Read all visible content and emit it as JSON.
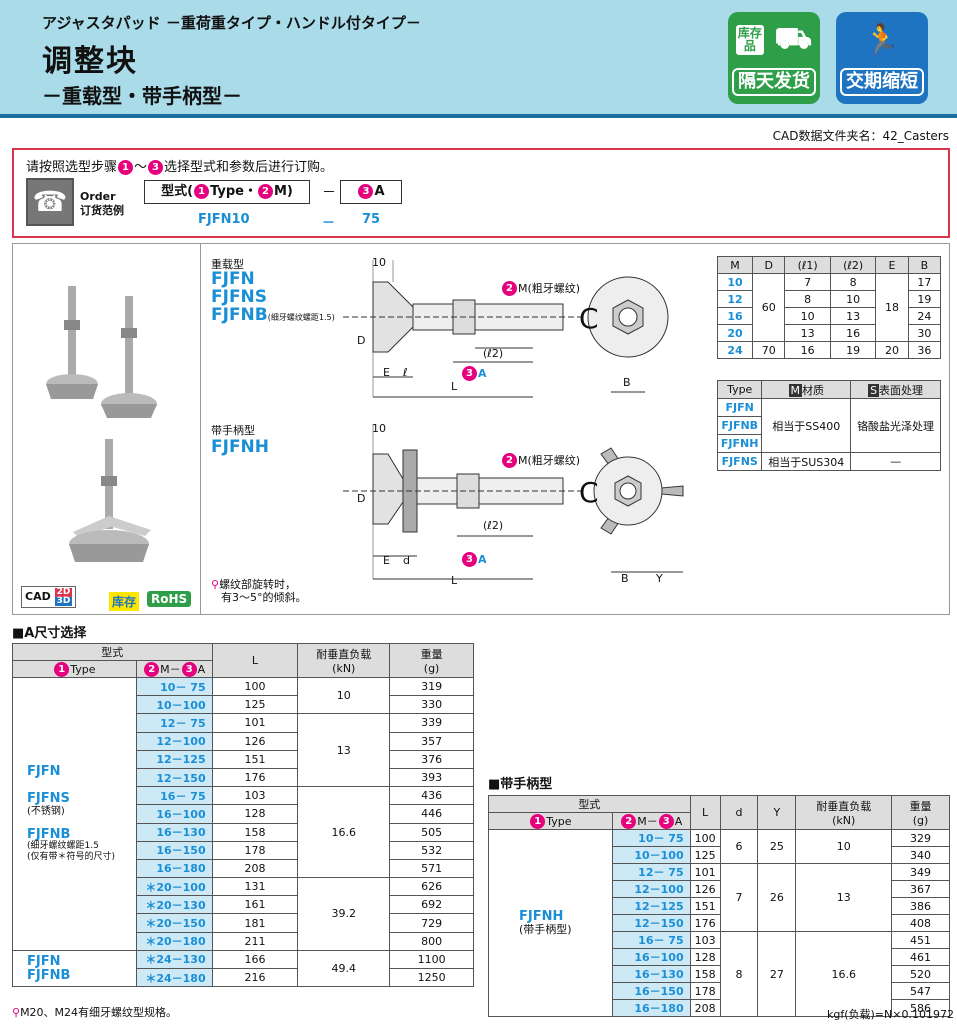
{
  "header": {
    "subtitle": "アジャスタパッド －重荷重タイプ・ハンドル付タイプ－",
    "title": "调整块",
    "type_line": "－重载型・带手柄型－",
    "badge1_top": "库存品",
    "badge1_label": "隔天发货",
    "badge2_label": "交期缩短"
  },
  "cad_folder": "CAD数据文件夹名：42_Casters",
  "order": {
    "instruction_a": "请按照选型步骤",
    "n1": "1",
    "instruction_b": "～",
    "n3": "3",
    "instruction_c": "选择型式和参数后进行订购。",
    "label_en": "Order",
    "label_cn": "订货范例",
    "box1": "型式(",
    "box1_type": "Type・",
    "box1_m": "M)",
    "dash": "－",
    "box2": "A",
    "ex_type": "FJFN10",
    "ex_dash": "－",
    "ex_a": "75",
    "n2": "2"
  },
  "photo": {
    "cad": "CAD",
    "cad2d": "2D",
    "cad3d": "3D",
    "stock": "库存",
    "rohs": "RoHS"
  },
  "drawing": {
    "heavy_label": "重载型",
    "heavy_models": [
      "FJFN",
      "FJFNS",
      "FJFNB"
    ],
    "heavy_note": "(细牙螺纹螺距1.5)",
    "handle_label": "带手柄型",
    "handle_model": "FJFNH",
    "d10": "10",
    "dim_D": "D",
    "dim_E": "E",
    "dim_l": "ℓ",
    "dim_L": "L",
    "dim_l2": "(ℓ2)",
    "dim_A": "A",
    "dim_B": "B",
    "dim_d": "d",
    "dim_Y": "Y",
    "m_label": "M(粗牙螺纹)",
    "note1": "螺纹部旋转时，",
    "note2": "有3～5°的倾斜。"
  },
  "mtable": {
    "headers": [
      "M",
      "D",
      "(ℓ1)",
      "(ℓ2)",
      "E",
      "B"
    ],
    "rows": [
      [
        "10",
        "",
        "7",
        "8",
        "",
        "17"
      ],
      [
        "12",
        "",
        "8",
        "10",
        "",
        "19"
      ],
      [
        "16",
        "",
        "10",
        "13",
        "",
        "24"
      ],
      [
        "20",
        "",
        "13",
        "16",
        "",
        "30"
      ],
      [
        "24",
        "70",
        "16",
        "19",
        "20",
        "36"
      ]
    ],
    "d_merge": "60",
    "e_merge": "18"
  },
  "mattable": {
    "h_type": "Type",
    "h_mat": "材质",
    "h_mat_ic": "M",
    "h_surf": "表面处理",
    "h_surf_ic": "S",
    "types": [
      "FJFN",
      "FJFNB",
      "FJFNH",
      "FJFNS"
    ],
    "mat1": "相当于SS400",
    "mat2": "相当于SUS304",
    "surf1": "铬酸盐光泽处理",
    "surf2": "—"
  },
  "atable": {
    "title": "■A尺寸选择",
    "h_model": "型式",
    "h_type": "Type",
    "h_ma": "M－",
    "h_ma2": "A",
    "h_L": "L",
    "h_load": "耐垂直负载",
    "h_load_u": "(kN)",
    "h_wt": "重量",
    "h_wt_u": "(g)",
    "group_models": [
      "FJFN",
      "FJFNS",
      "FJFNB"
    ],
    "fjfns_note": "(不锈钢)",
    "fjfnb_note1": "(细牙螺纹螺距1.5",
    "fjfnb_note2": "(仅有带＊符号的尺寸)",
    "last_models": [
      "FJFN",
      "FJFNB"
    ],
    "rows": [
      [
        "10－ 75",
        "100",
        "319"
      ],
      [
        "10－100",
        "125",
        "330"
      ],
      [
        "12－ 75",
        "101",
        "339"
      ],
      [
        "12－100",
        "126",
        "357"
      ],
      [
        "12－125",
        "151",
        "376"
      ],
      [
        "12－150",
        "176",
        "393"
      ],
      [
        "16－ 75",
        "103",
        "436"
      ],
      [
        "16－100",
        "128",
        "446"
      ],
      [
        "16－130",
        "158",
        "505"
      ],
      [
        "16－150",
        "178",
        "532"
      ],
      [
        "16－180",
        "208",
        "571"
      ],
      [
        "＊20－100",
        "131",
        "626"
      ],
      [
        "＊20－130",
        "161",
        "692"
      ],
      [
        "＊20－150",
        "181",
        "729"
      ],
      [
        "＊20－180",
        "211",
        "800"
      ],
      [
        "＊24－130",
        "166",
        "1100"
      ],
      [
        "＊24－180",
        "216",
        "1250"
      ]
    ],
    "loads": [
      "10",
      "13",
      "16.6",
      "39.2",
      "49.4"
    ],
    "foot": "M20、M24有细牙螺纹型规格。"
  },
  "htable": {
    "title": "■带手柄型",
    "h_model": "型式",
    "h_type": "Type",
    "h_ma": "M－",
    "h_ma2": "A",
    "h_L": "L",
    "h_d": "d",
    "h_Y": "Y",
    "h_load": "耐垂直负载",
    "h_load_u": "(kN)",
    "h_wt": "重量",
    "h_wt_u": "(g)",
    "model": "FJFNH",
    "model_note": "(带手柄型)",
    "rows": [
      [
        "10－ 75",
        "100",
        "329"
      ],
      [
        "10－100",
        "125",
        "340"
      ],
      [
        "12－ 75",
        "101",
        "349"
      ],
      [
        "12－100",
        "126",
        "367"
      ],
      [
        "12－125",
        "151",
        "386"
      ],
      [
        "12－150",
        "176",
        "408"
      ],
      [
        "16－ 75",
        "103",
        "451"
      ],
      [
        "16－100",
        "128",
        "461"
      ],
      [
        "16－130",
        "158",
        "520"
      ],
      [
        "16－150",
        "178",
        "547"
      ],
      [
        "16－180",
        "208",
        "586"
      ]
    ],
    "d": [
      "6",
      "7",
      "8"
    ],
    "y": [
      "25",
      "26",
      "27"
    ],
    "loads": [
      "10",
      "13",
      "16.6"
    ],
    "foot": "kgf(负载)=N×0.101972"
  }
}
